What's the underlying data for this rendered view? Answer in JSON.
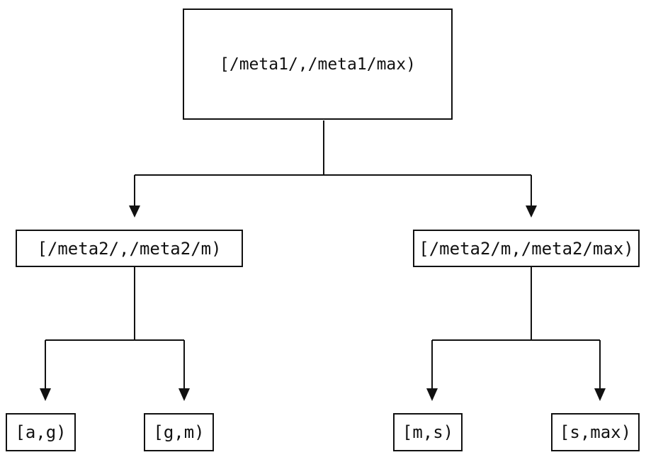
{
  "diagram": {
    "type": "tree",
    "background_color": "#ffffff",
    "line_color": "#111111",
    "nodes": {
      "root": {
        "label": "[/meta1/,/meta1/max)"
      },
      "meta2_low": {
        "label": "[/meta2/,/meta2/m)"
      },
      "meta2_high": {
        "label": "[/meta2/m,/meta2/max)"
      },
      "leaf_ag": {
        "label": "[a,g)"
      },
      "leaf_gm": {
        "label": "[g,m)"
      },
      "leaf_ms": {
        "label": "[m,s)"
      },
      "leaf_smax": {
        "label": "[s,max)"
      }
    },
    "edges": [
      {
        "from": "root",
        "to": "meta2_low"
      },
      {
        "from": "root",
        "to": "meta2_high"
      },
      {
        "from": "meta2_low",
        "to": "leaf_ag"
      },
      {
        "from": "meta2_low",
        "to": "leaf_gm"
      },
      {
        "from": "meta2_high",
        "to": "leaf_ms"
      },
      {
        "from": "meta2_high",
        "to": "leaf_smax"
      }
    ]
  }
}
